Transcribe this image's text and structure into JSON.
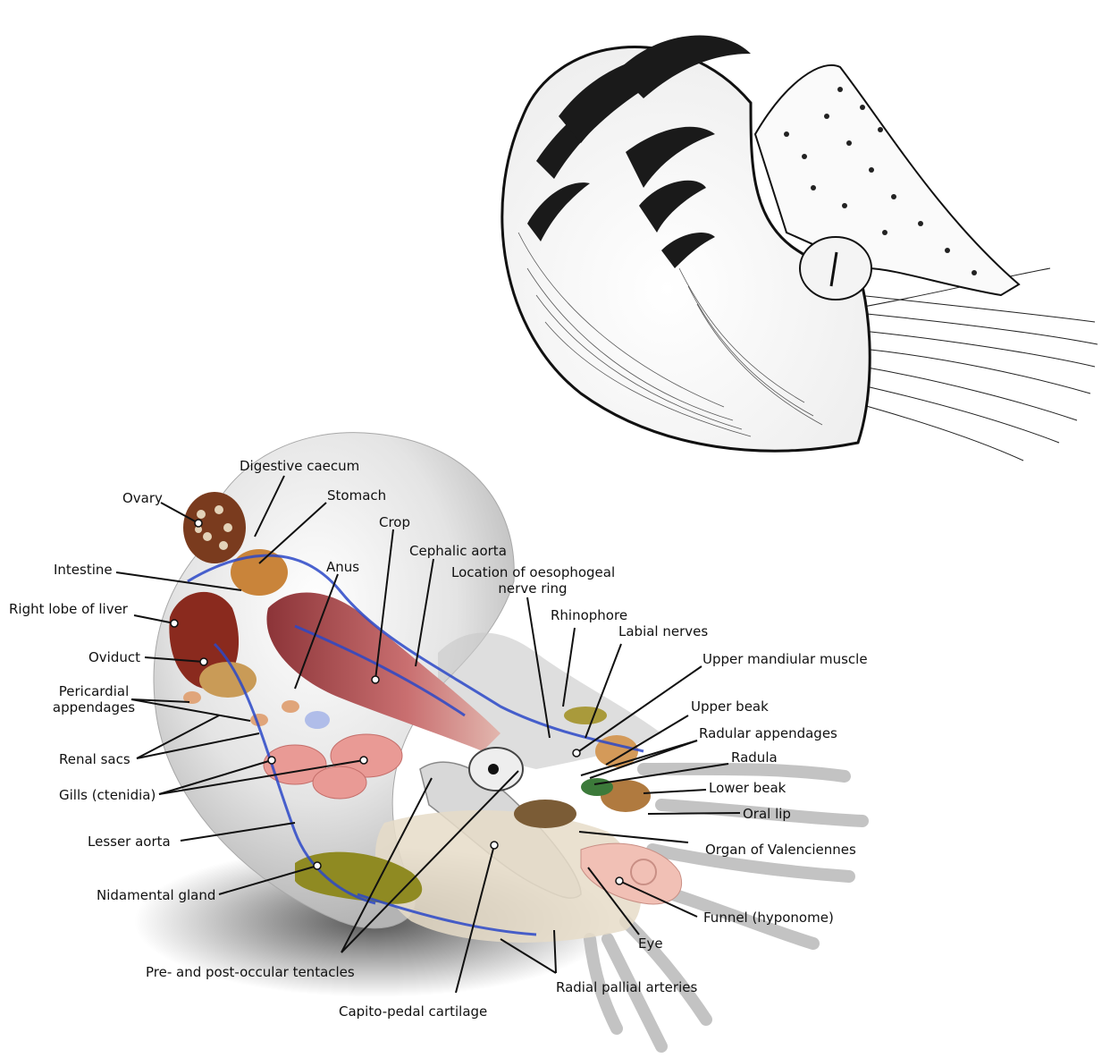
{
  "figure": {
    "top_illustration": "nautilus-shell-sketch",
    "bottom_illustration": "nautilus-anatomy-cutaway"
  },
  "labels": {
    "digestive_caecum": "Digestive caecum",
    "ovary": "Ovary",
    "stomach": "Stomach",
    "crop": "Crop",
    "cephalic_aorta": "Cephalic aorta",
    "intestine": "Intestine",
    "anus": "Anus",
    "nerve_ring_line1": "Location of oesophogeal",
    "nerve_ring_line2": "nerve ring",
    "right_lobe_liver": "Right lobe of liver",
    "rhinophore": "Rhinophore",
    "labial_nerves": "Labial nerves",
    "oviduct": "Oviduct",
    "upper_mandibular_muscle": "Upper mandiular muscle",
    "pericardial_line1": "Pericardial",
    "pericardial_line2": "appendages",
    "upper_beak": "Upper beak",
    "radular_appendages": "Radular appendages",
    "renal_sacs": "Renal sacs",
    "radula": "Radula",
    "gills": "Gills (ctenidia)",
    "lower_beak": "Lower beak",
    "oral_lip": "Oral lip",
    "lesser_aorta": "Lesser aorta",
    "organ_valenciennes": "Organ of Valenciennes",
    "nidamental_gland": "Nidamental gland",
    "funnel": "Funnel (hyponome)",
    "eye": "Eye",
    "tentacles": "Pre- and post-occular tentacles",
    "radial_pallial_arteries": "Radial pallial arteries",
    "capito_pedal_cartilage": "Capito-pedal cartilage"
  },
  "colors": {
    "shell_gray": "#c9c9c9",
    "vessel_blue": "#2b48c8",
    "gill_pink": "#e99a95",
    "crop_red": "#a6484b",
    "liver_red": "#8a2a1e",
    "gland_olive": "#8f8a22",
    "funnel_pink": "#f1c0b5",
    "ink": "#111111"
  }
}
